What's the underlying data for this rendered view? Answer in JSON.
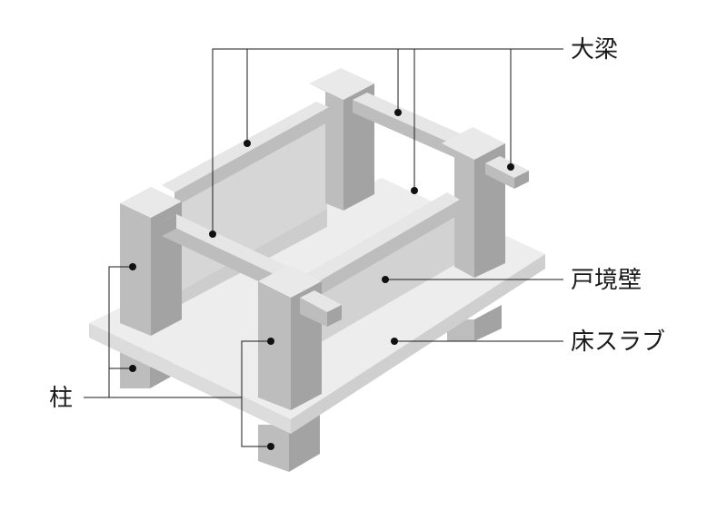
{
  "labels": {
    "beam": "大梁",
    "wall": "戸境壁",
    "slab": "床スラブ",
    "column": "柱"
  },
  "colors": {
    "top": "#e9e9e9",
    "front": "#bdbdbd",
    "side": "#a3a3a3",
    "slab_top": "#ededed",
    "slab_edge": "#dcdcdc",
    "slab_side": "#cfcfcf",
    "wall": "#d2d2d2",
    "leader": "#1a1a1a"
  }
}
